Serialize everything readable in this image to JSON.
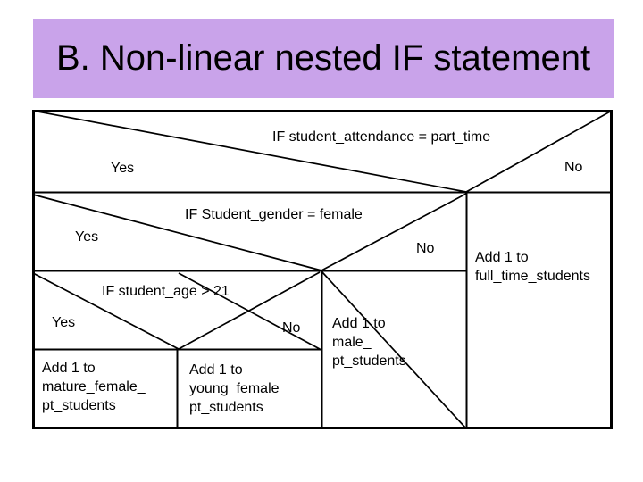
{
  "slide": {
    "title": "B. Non-linear nested IF statement"
  },
  "diagram": {
    "if1": {
      "condition": "IF student_attendance = part_time",
      "yes_label": "Yes",
      "no_label": "No"
    },
    "if2": {
      "condition": "IF Student_gender = female",
      "yes_label": "Yes",
      "no_label": "No"
    },
    "if3": {
      "condition": "IF student_age > 21",
      "yes_label": "Yes",
      "no_label": "No"
    },
    "actions": {
      "full_time": "Add 1 to\nfull_time_students",
      "male": "Add 1 to\nmale_\npt_students",
      "mature_female": "Add 1 to\nmature_female_\npt_students",
      "young_female": "Add 1 to\nyoung_female_\npt_students"
    }
  },
  "colors": {
    "title_bg": "#C9A3EA",
    "line": "#000000",
    "text": "#000000",
    "background": "#FFFFFF"
  }
}
